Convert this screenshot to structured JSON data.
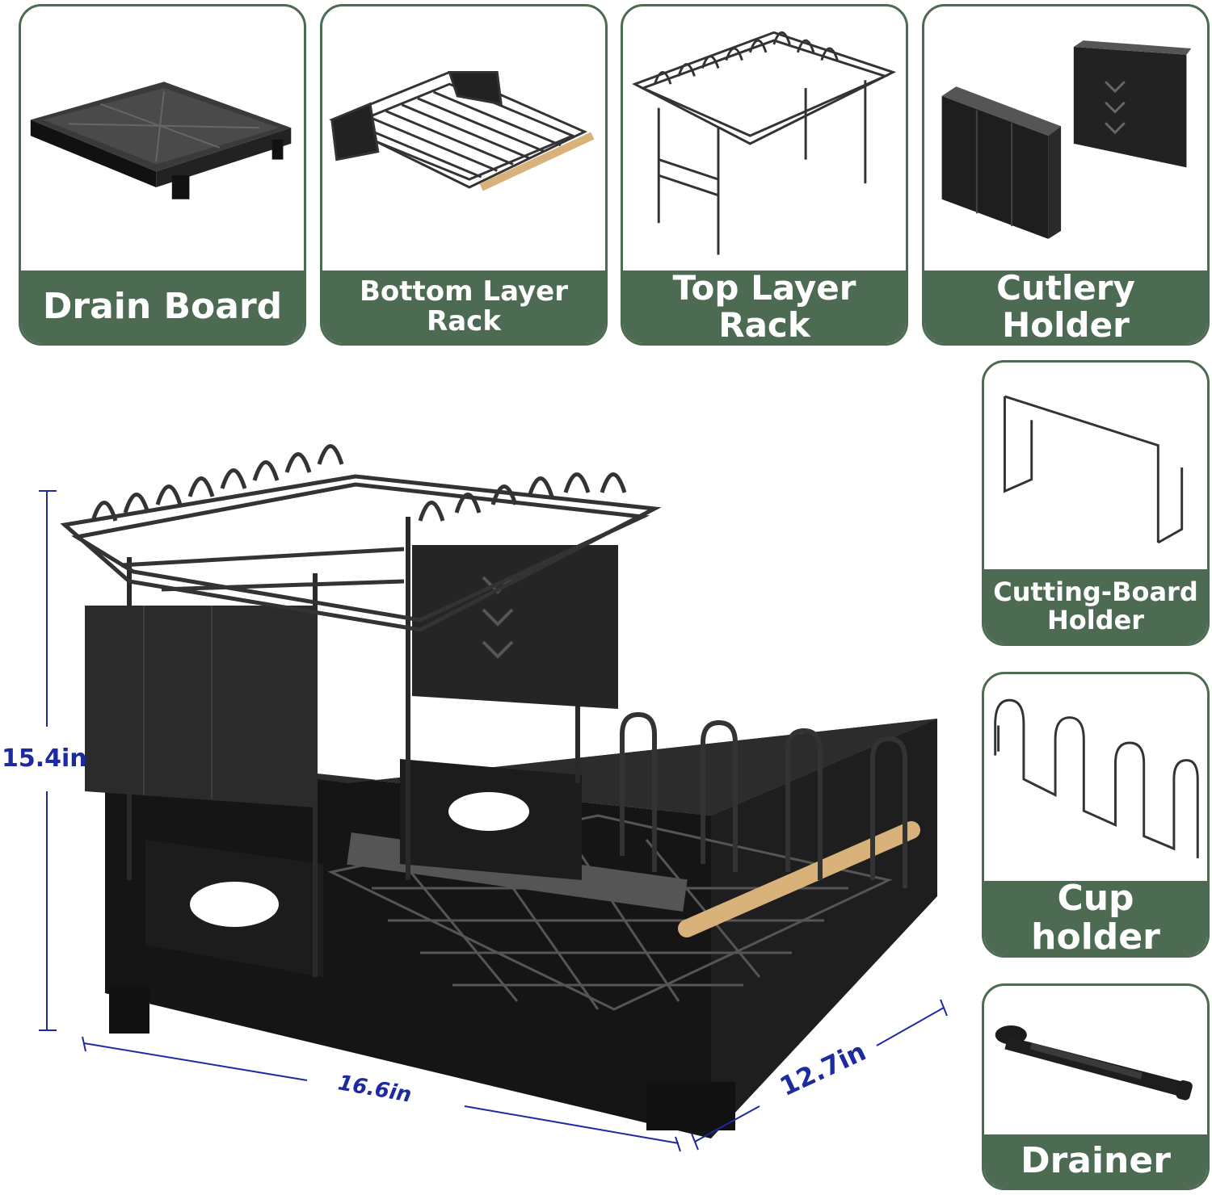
{
  "top_cards": [
    {
      "label": "Drain Board",
      "icon": "drain-board-icon"
    },
    {
      "label": "Bottom Layer Rack",
      "icon": "bottom-rack-icon"
    },
    {
      "label": "Top Layer Rack",
      "icon": "top-rack-icon"
    },
    {
      "label": "Cutlery Holder",
      "icon": "cutlery-holder-icon"
    }
  ],
  "side_cards": [
    {
      "label": "Cutting-Board Holder",
      "icon": "cutting-board-holder-icon"
    },
    {
      "label": "Cup holder",
      "icon": "cup-holder-icon"
    },
    {
      "label": "Drainer",
      "icon": "drainer-spout-icon"
    }
  ],
  "dimensions": {
    "height": "15.4in",
    "width": "16.6in",
    "depth": "12.7in"
  },
  "colors": {
    "accent_green": "#4d6a52",
    "dimension_blue": "#1e2aa0",
    "product_black": "#1c1c1c",
    "wood": "#d8b27a"
  }
}
